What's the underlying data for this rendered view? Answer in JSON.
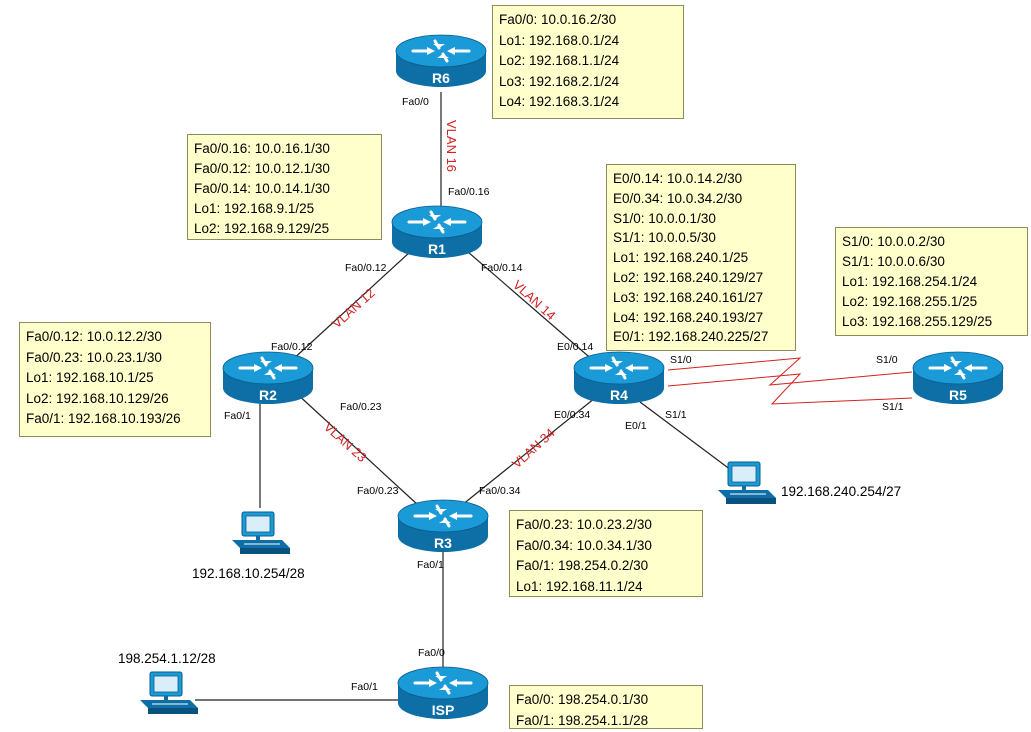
{
  "routers": [
    {
      "id": "r6",
      "name": "R6"
    },
    {
      "id": "r1",
      "name": "R1"
    },
    {
      "id": "r2",
      "name": "R2"
    },
    {
      "id": "r3",
      "name": "R3"
    },
    {
      "id": "r4",
      "name": "R4"
    },
    {
      "id": "r5",
      "name": "R5"
    },
    {
      "id": "isp",
      "name": "ISP"
    }
  ],
  "interface_labels": {
    "r6_fa00": "Fa0/0",
    "r1_fa016": "Fa0/0.16",
    "r1_fa012": "Fa0/0.12",
    "r1_fa014": "Fa0/0.14",
    "r2_fa012": "Fa0/0.12",
    "r2_fa023": "Fa0/0.23",
    "r2_fa01": "Fa0/1",
    "r3_fa023": "Fa0/0.23",
    "r3_fa034": "Fa0/0.34",
    "r3_fa01": "Fa0/1",
    "r4_e014": "E0/0.14",
    "r4_e034": "E0/0.34",
    "r4_e01": "E0/1",
    "r4_s10": "S1/0",
    "r4_s11": "S1/1",
    "r5_s10": "S1/0",
    "r5_s11": "S1/1",
    "isp_fa00": "Fa0/0",
    "isp_fa01": "Fa0/1"
  },
  "vlans": {
    "v16": "VLAN 16",
    "v12": "VLAN 12",
    "v14": "VLAN 14",
    "v23": "VLAN 23",
    "v34": "VLAN 34"
  },
  "hosts": {
    "r2_lan": "192.168.10.254/28",
    "r4_lan": "192.168.240.254/27",
    "isp_lan": "198.254.1.12/28"
  },
  "info_boxes": {
    "r6": [
      "Fa0/0: 10.0.16.2/30",
      "Lo1: 192.168.0.1/24",
      "Lo2: 192.168.1.1/24",
      "Lo3: 192.168.2.1/24",
      "Lo4: 192.168.3.1/24"
    ],
    "r1": [
      "Fa0/0.16: 10.0.16.1/30",
      "Fa0/0.12: 10.0.12.1/30",
      "Fa0/0.14: 10.0.14.1/30",
      "Lo1: 192.168.9.1/25",
      "Lo2: 192.168.9.129/25"
    ],
    "r4": [
      "E0/0.14: 10.0.14.2/30",
      "E0/0.34: 10.0.34.2/30",
      "S1/0: 10.0.0.1/30",
      "S1/1: 10.0.0.5/30",
      "Lo1: 192.168.240.1/25",
      "Lo2: 192.168.240.129/27",
      "Lo3: 192.168.240.161/27",
      "Lo4: 192.168.240.193/27",
      "E0/1: 192.168.240.225/27"
    ],
    "r5": [
      "S1/0: 10.0.0.2/30",
      "S1/1: 10.0.0.6/30",
      "Lo1: 192.168.254.1/24",
      "Lo2: 192.168.255.1/25",
      "Lo3: 192.168.255.129/25"
    ],
    "r2": [
      "Fa0/0.12: 10.0.12.2/30",
      "Fa0/0.23: 10.0.23.1/30",
      "Lo1: 192.168.10.1/25",
      "Lo2: 192.168.10.129/26",
      "Fa0/1: 192.168.10.193/26"
    ],
    "r3": [
      "Fa0/0.23: 10.0.23.2/30",
      "Fa0/0.34: 10.0.34.1/30",
      "Fa0/1: 198.254.0.2/30",
      "Lo1: 192.168.11.1/24"
    ],
    "isp": [
      "Fa0/0: 198.254.0.1/30",
      "Fa0/1: 198.254.1.1/28"
    ]
  },
  "colors": {
    "router_top": "#1a9ad6",
    "router_side": "#0d6fa6",
    "link": "#222222",
    "serial_link": "#d42020",
    "vlan_text": "#d42020",
    "box_fill": "#ffffcc"
  }
}
